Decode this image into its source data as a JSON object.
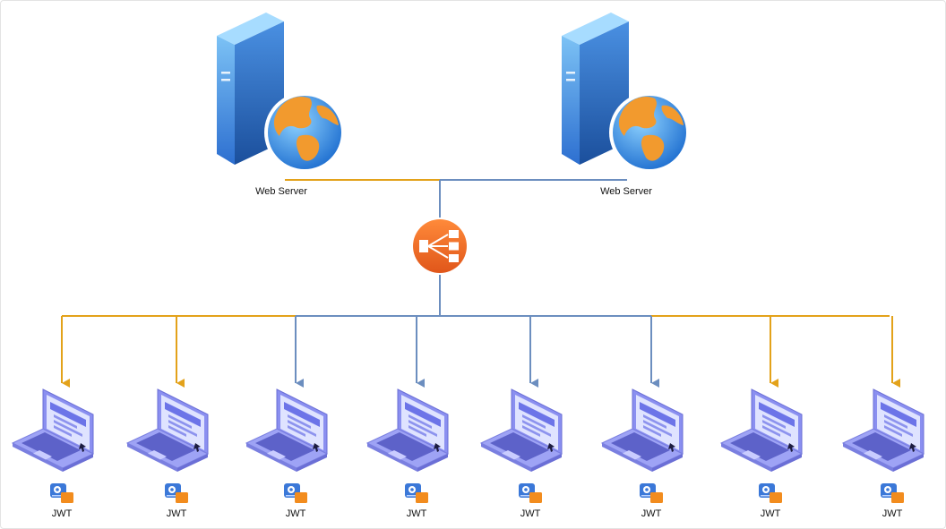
{
  "servers": [
    {
      "label": "Web Server",
      "icon": "web-server-icon"
    },
    {
      "label": "Web Server",
      "icon": "web-server-icon"
    }
  ],
  "load_balancer": {
    "icon": "load-balancer-icon",
    "color": "#f26b21"
  },
  "clients": [
    {
      "label": "JWT",
      "link": "gold"
    },
    {
      "label": "JWT",
      "link": "gold"
    },
    {
      "label": "JWT",
      "link": "blue"
    },
    {
      "label": "JWT",
      "link": "blue"
    },
    {
      "label": "JWT",
      "link": "blue"
    },
    {
      "label": "JWT",
      "link": "blue"
    },
    {
      "label": "JWT",
      "link": "gold"
    },
    {
      "label": "JWT",
      "link": "gold"
    }
  ],
  "colors": {
    "gold": "#e3a21a",
    "blue": "#6c8ebf"
  }
}
